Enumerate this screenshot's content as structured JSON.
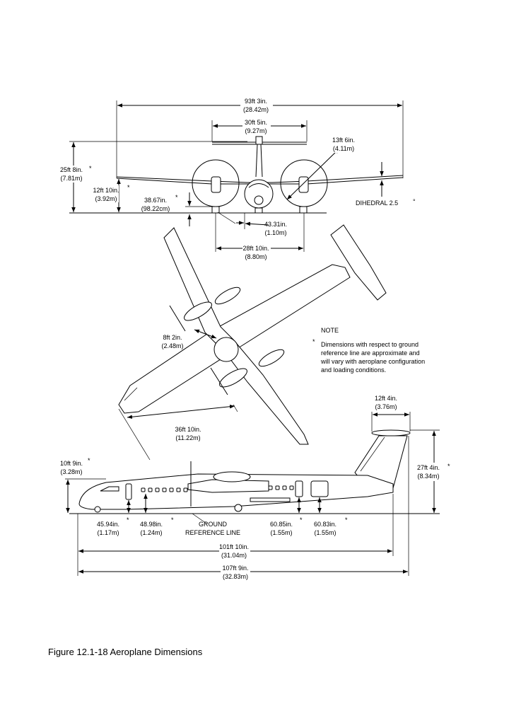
{
  "caption": "Figure 12.1-18 Aeroplane Dimensions",
  "front_view": {
    "wingspan": [
      "93ft 3in.",
      "(28.42m)"
    ],
    "tailplane_span": [
      "30ft 5in.",
      "(9.27m)"
    ],
    "prop_diameter": [
      "13ft 6in.",
      "(4.11m)"
    ],
    "overall_height": [
      "25ft 8in.",
      "(7.81m)"
    ],
    "wing_height": [
      "12ft 10in.",
      "(3.92m)"
    ],
    "prop_clearance": [
      "38.67in.",
      "(98.22cm)"
    ],
    "dihedral": "DIHEDRAL 2.5",
    "degree_symbol": "°",
    "nose_track": [
      "43.31in.",
      "(1.10m)"
    ],
    "main_track": [
      "28ft 10in.",
      "(8.80m)"
    ]
  },
  "plan_view": {
    "prop_to_fuselage": [
      "8ft 2in.",
      "(2.48m)"
    ],
    "nose_to_wing": [
      "36ft 10in.",
      "(11.22m)"
    ],
    "note_title": "NOTE",
    "note_lines": [
      "Dimensions with respect to ground",
      "reference line are approximate and",
      "will vary with aeroplane configuration",
      "and loading conditions."
    ]
  },
  "side_view": {
    "tail_width": [
      "12ft 4in.",
      "(3.76m)"
    ],
    "tail_height": [
      "27ft 4in.",
      "(8.34m)"
    ],
    "fuselage_height": [
      "10ft 9in.",
      "(3.28m)"
    ],
    "door1": [
      "45.94in.",
      "(1.17m)"
    ],
    "door2": [
      "48.98in.",
      "(1.24m)"
    ],
    "ground_label": [
      "GROUND",
      "REFERENCE LINE"
    ],
    "door3": [
      "60.85in.",
      "(1.55m)"
    ],
    "door4": [
      "60.83in.",
      "(1.55m)"
    ],
    "fuselage_length": [
      "101ft 10in.",
      "(31.04m)"
    ],
    "overall_length": [
      "107ft 9in.",
      "(32.83m)"
    ]
  },
  "asterisk": "*"
}
